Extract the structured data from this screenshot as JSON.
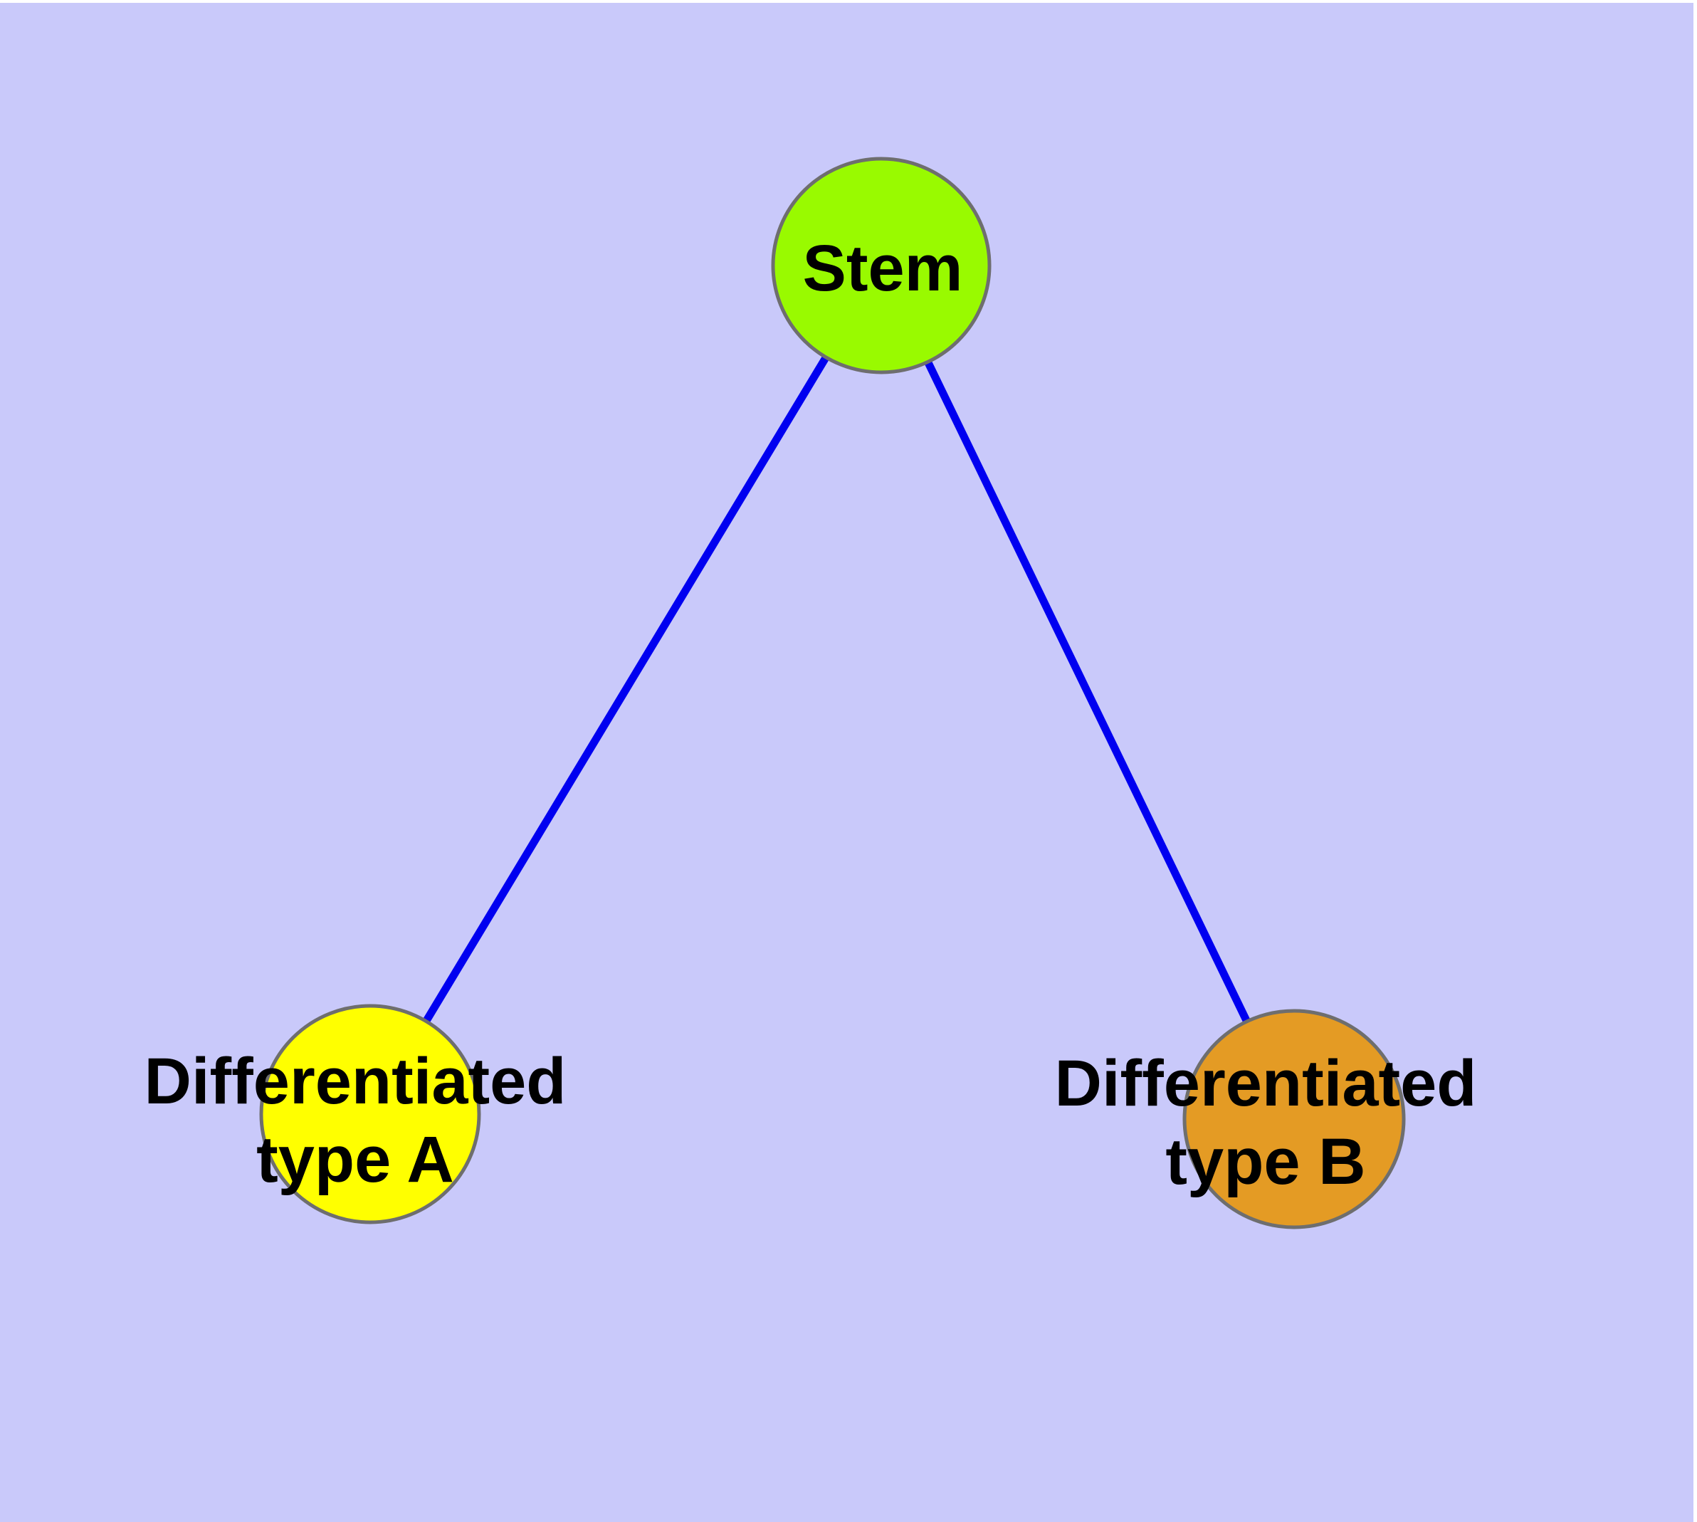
{
  "page": {
    "outer_background_color": "#ffffff"
  },
  "diagram": {
    "type": "node-link-graph",
    "background_color": "#c9c9fa",
    "edge_color": "#0000f0",
    "node_border_color": "#6e6e6e",
    "text_color": "#000000",
    "nodes": [
      {
        "id": "stem",
        "label": "Stem",
        "fill": "#99fa00"
      },
      {
        "id": "differentiated-type-a",
        "label_line1": "Differentiated",
        "label_line2": "type A",
        "fill": "#ffff00"
      },
      {
        "id": "differentiated-type-b",
        "label_line1": "Differentiated",
        "label_line2": "type B",
        "fill": "#e49b24"
      }
    ],
    "edges": [
      {
        "from": "Stem",
        "to": "Differentiated type A"
      },
      {
        "from": "Stem",
        "to": "Differentiated type B"
      }
    ]
  }
}
